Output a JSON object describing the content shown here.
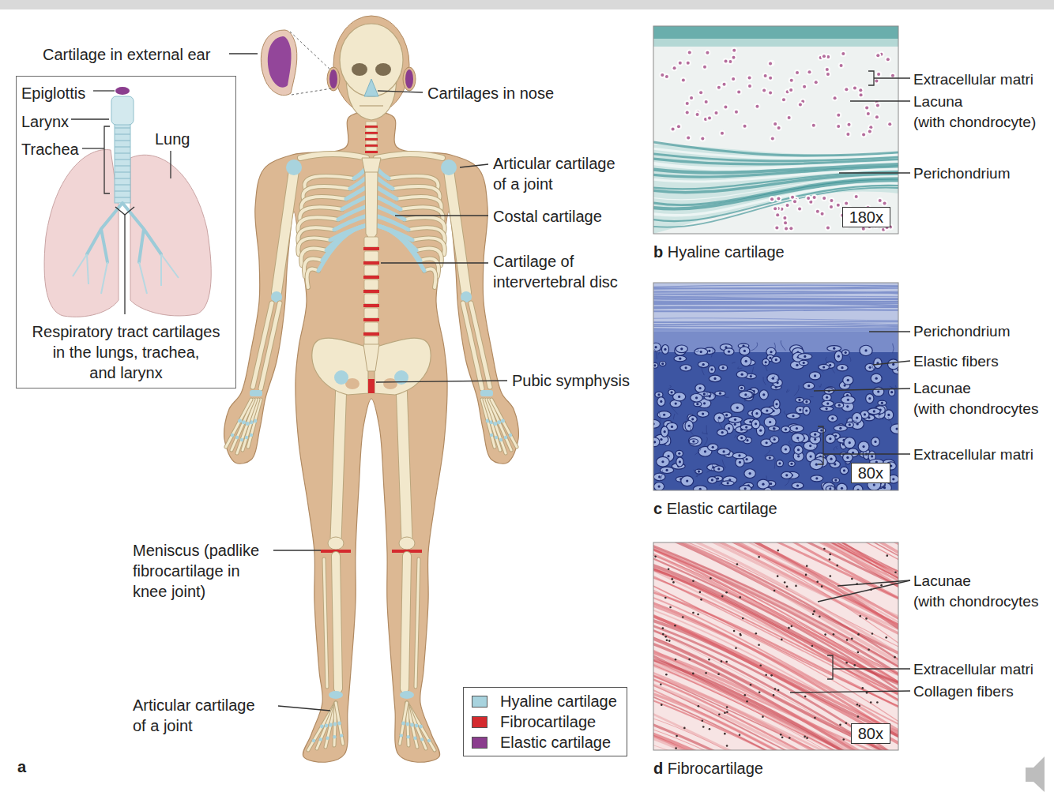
{
  "diagram": {
    "nodes": [
      {
        "text": [
          "Epiglottis",
          "Larynx",
          "Trachea",
          "Lung",
          "Respiratory tract cartilages in the lungs, trachea, and larynx"
        ]
      },
      {
        "text": [
          "b Hyaline cartilage"
        ]
      },
      {
        "text": [
          "180x"
        ],
        "in": 1
      },
      {
        "text": [
          "c Elastic cartilage"
        ]
      },
      {
        "text": [
          "80x"
        ],
        "in": 3
      },
      {
        "text": [
          "d Fibrocartilage"
        ]
      },
      {
        "text": [
          "80x"
        ],
        "in": 5
      }
    ],
    "labels": [
      "Cartilage in external ear",
      "Cartilages in nose",
      "Articular cartilage of a joint",
      "Costal cartilage",
      "Cartilage of intervertebral disc",
      "Pubic symphysis",
      "Meniscus (padlike fibrocartilage in knee joint)",
      "Articular cartilage of a joint",
      "a",
      "Extracellular matri",
      "Lacuna (with chondrocyte)",
      "Perichondrium",
      "Perichondrium",
      "Elastic fibers",
      "Lacunae (with chondrocytes",
      "Extracellular matri",
      "Lacunae (with chondrocytes",
      "Extracellular matri",
      "Collagen fibers"
    ],
    "legend": [
      {
        "text": "Hyaline cartilage",
        "color": "#a8d3de"
      },
      {
        "text": "Fibrocartilage",
        "color": "#d42a2e"
      },
      {
        "text": "Elastic cartilage",
        "color": "#8b3d8e"
      }
    ]
  }
}
